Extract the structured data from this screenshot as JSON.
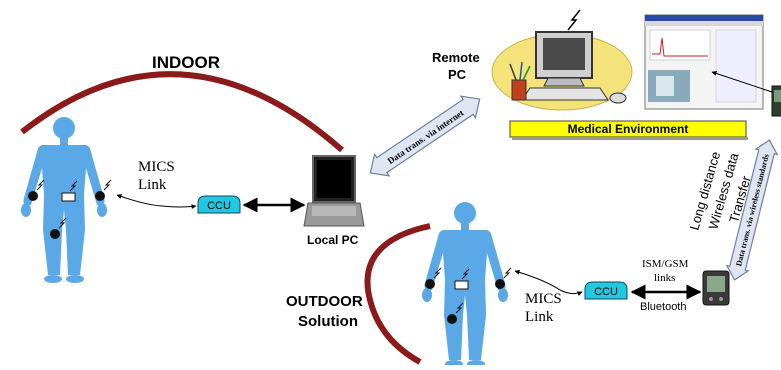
{
  "labels": {
    "indoor": "INDOOR",
    "remote_pc_line1": "Remote",
    "remote_pc_line2": "PC",
    "medical_environment": "Medical Environment",
    "mics_link_indoor_line1": "MICS",
    "mics_link_indoor_line2": "Link",
    "ccu_indoor": "CCU",
    "local_pc": "Local PC",
    "data_trans_internet": "Data trans. via internet",
    "long_distance_line1": "Long distance",
    "long_distance_line2": "Wireless data",
    "long_distance_line3": "Transfer",
    "data_trans_wireless": "Data trans. via wireless standards",
    "ism_gsm_line1": "ISM/GSM",
    "ism_gsm_line2": "links",
    "outdoor_line1": "OUTDOOR",
    "outdoor_line2": "Solution",
    "mics_link_outdoor_line1": "MICS",
    "mics_link_outdoor_line2": "Link",
    "ccu_outdoor": "CCU",
    "bluetooth": "Bluetooth"
  },
  "colors": {
    "arc": "#8b1a1a",
    "body": "#5aa9e6",
    "ccu_fill": "#22c7e0",
    "banner": "#ffff00",
    "arrow_fill": "#dfe6f2",
    "arrow_stroke": "#6c7fa0"
  },
  "icons": [
    "human-body-icon",
    "sensor-icon",
    "laptop-icon",
    "desktop-pc-icon",
    "pda-icon",
    "monitor-screenshot-icon"
  ]
}
